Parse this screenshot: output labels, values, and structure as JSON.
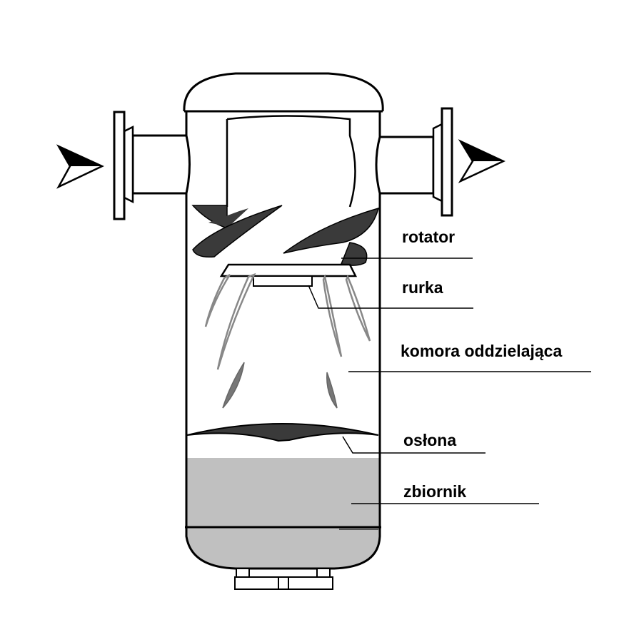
{
  "labels": {
    "rotator": "rotator",
    "rurka": "rurka",
    "komora": "komora oddzielająca",
    "oslona": "osłona",
    "zbiornik": "zbiornik"
  },
  "colors": {
    "outline": "#000000",
    "rotor_dark": "#3a3a3a",
    "liquid": "#c0c0c0",
    "droplet_gray": "#888888"
  }
}
